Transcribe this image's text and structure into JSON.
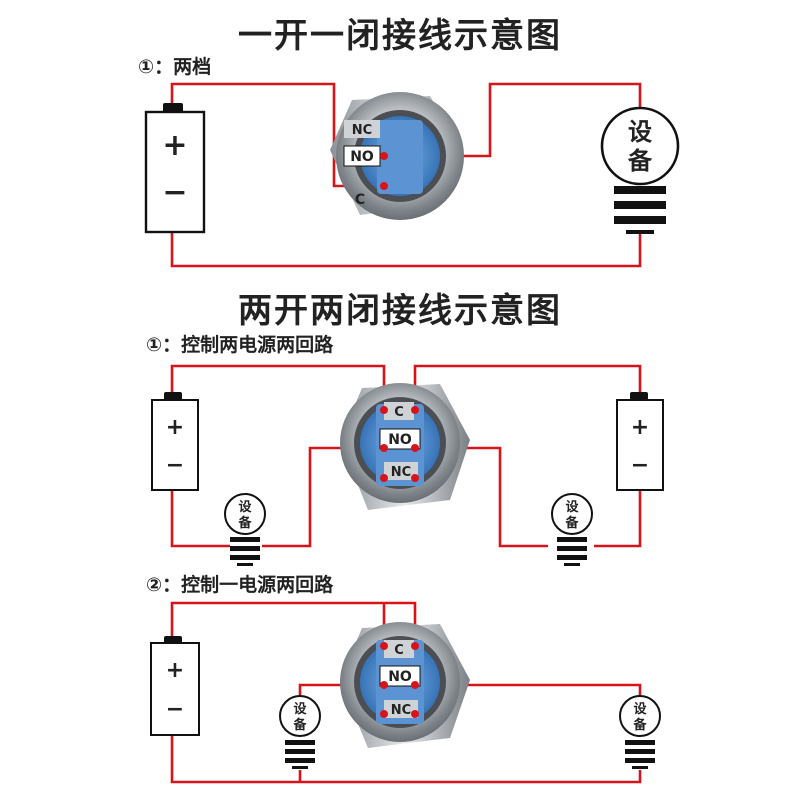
{
  "titles": {
    "section1": "一开一闭接线示意图",
    "section2": "两开两闭接线示意图"
  },
  "subtitles": {
    "s1_opt1": "①：两档",
    "s2_opt1": "①：控制两电源两回路",
    "s2_opt2": "②：控制一电源两回路"
  },
  "battery": {
    "plus": "+",
    "minus": "−"
  },
  "device": {
    "line1": "设",
    "line2": "备"
  },
  "terminals": {
    "nc": "NC",
    "no": "NO",
    "c": "C"
  },
  "colors": {
    "wire": "#d8141b",
    "switch_blue": "#3f7fc6",
    "metal": "#9aa0a6"
  }
}
